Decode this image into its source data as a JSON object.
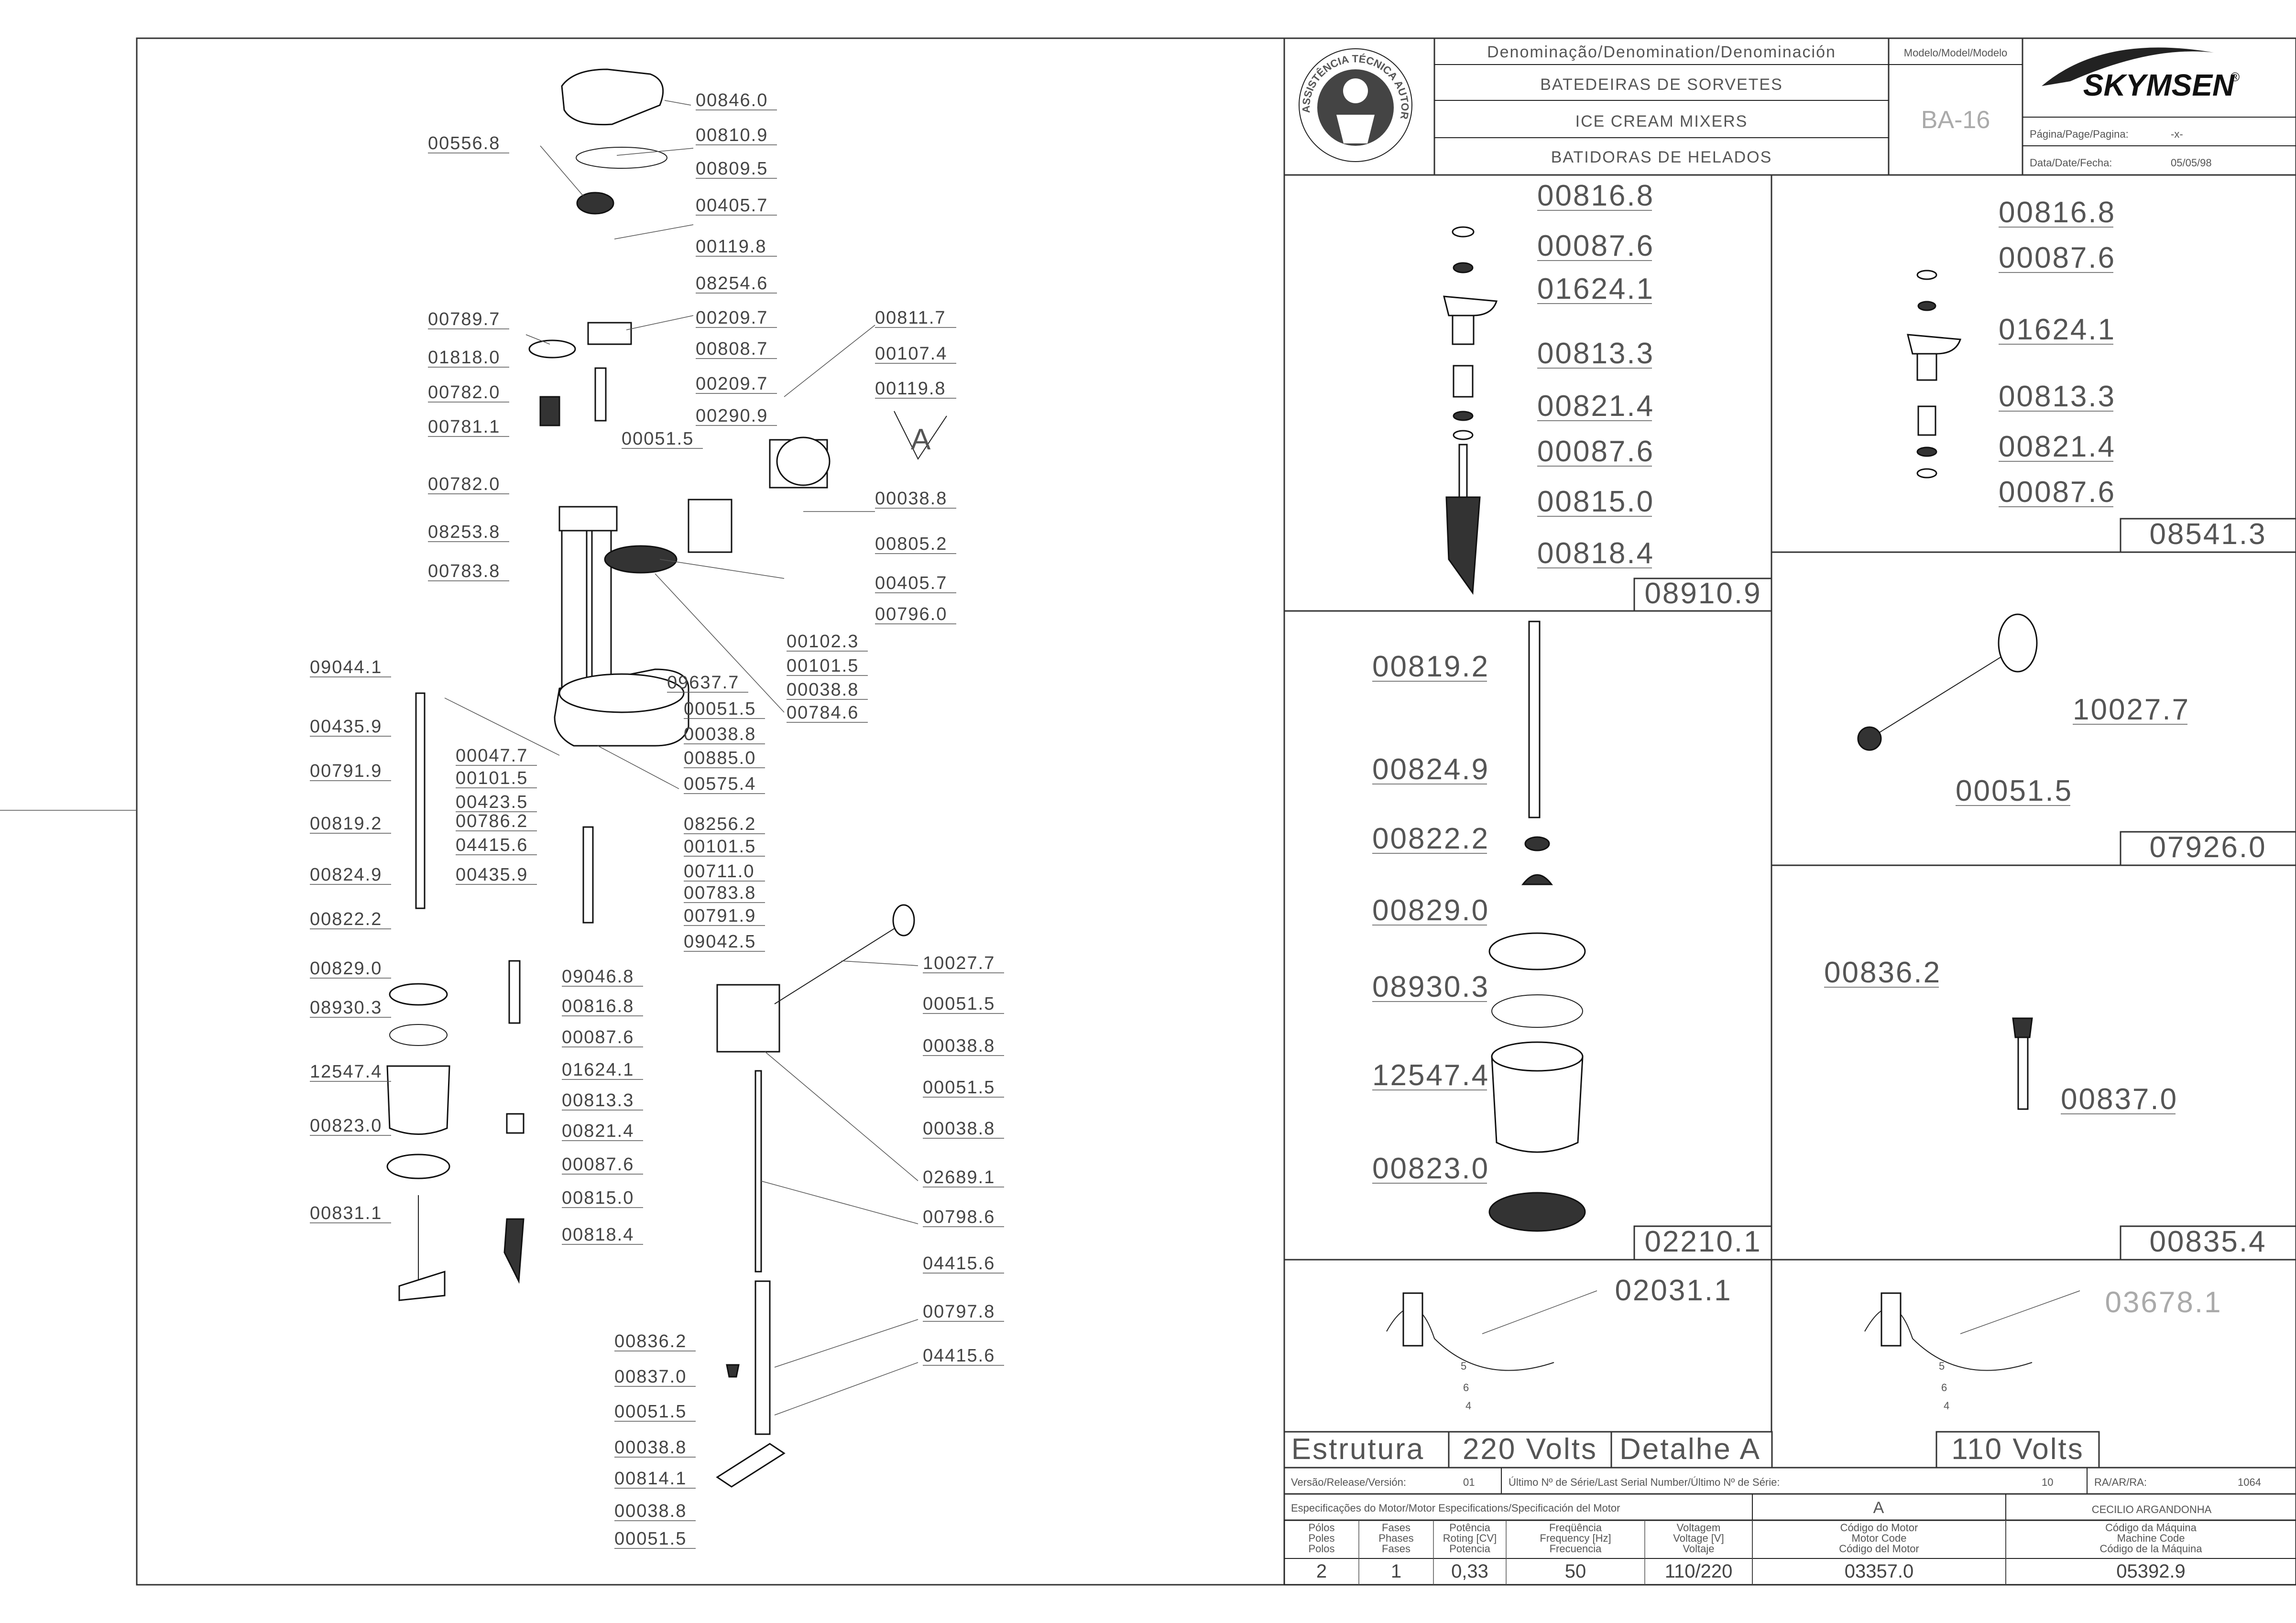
{
  "title_block": {
    "denomination_header": "Denominação/Denomination/Denominación",
    "names": [
      "BATEDEIRAS DE SORVETES",
      "ICE CREAM MIXERS",
      "BATIDORAS DE HELADOS"
    ],
    "model_header": "Modelo/Model/Modelo",
    "model": "BA-16",
    "brand": "SKYMSEN",
    "brand_mark": "®",
    "page_label": "Página/Page/Pagina:",
    "page_value": "-x-",
    "date_label": "Data/Date/Fecha:",
    "date_value": "05/05/98",
    "seal_text": "ASSISTÊNCIA TÉCNICA AUTORIZADA"
  },
  "main_diagram": {
    "callouts": [
      "00846.0",
      "00810.9",
      "00556.8",
      "00809.5",
      "00405.7",
      "00119.8",
      "08254.6",
      "00789.7",
      "00209.7",
      "01818.0",
      "00808.7",
      "00782.0",
      "00209.7",
      "00781.1",
      "00051.5",
      "00782.0",
      "08253.8",
      "00783.8",
      "00811.7",
      "00107.4",
      "00119.8",
      "00290.9",
      "00038.8",
      "00805.2",
      "00405.7",
      "00796.0",
      "00102.3",
      "00101.5",
      "00038.8",
      "00784.6",
      "09044.1",
      "00435.9",
      "09637.7",
      "00051.5",
      "00038.8",
      "00885.0",
      "00575.4",
      "00047.7",
      "00101.5",
      "00423.5",
      "00791.9",
      "00786.2",
      "08256.2",
      "04415.6",
      "00101.5",
      "00711.0",
      "00435.9",
      "00783.8",
      "00791.9",
      "09042.5",
      "00819.2",
      "00824.9",
      "00822.2",
      "00829.0",
      "08930.3",
      "12547.4",
      "00823.0",
      "00831.1",
      "09046.8",
      "00816.8",
      "00087.6",
      "01624.1",
      "00813.3",
      "00821.4",
      "00087.6",
      "00815.0",
      "00818.4",
      "10027.7",
      "00051.5",
      "00038.8",
      "00051.5",
      "00038.8",
      "02689.1",
      "00798.6",
      "04415.6",
      "00797.8",
      "04415.6",
      "00836.2",
      "00837.0",
      "00051.5",
      "00038.8",
      "00814.1",
      "00038.8",
      "00051.5"
    ],
    "detail_letter": "A"
  },
  "panels": {
    "p1": {
      "labels": [
        "00816.8",
        "00087.6",
        "01624.1",
        "00813.3",
        "00821.4",
        "00087.6",
        "00815.0",
        "00818.4"
      ],
      "code": "08910.9"
    },
    "p2": {
      "labels": [
        "00816.8",
        "00087.6",
        "01624.1",
        "00813.3",
        "00821.4",
        "00087.6"
      ],
      "code": "08541.3"
    },
    "p3": {
      "labels": [
        "00819.2",
        "00824.9",
        "00822.2",
        "00829.0",
        "08930.3",
        "12547.4",
        "00823.0"
      ],
      "code": "02210.1"
    },
    "p4": {
      "labels": [
        "10027.7",
        "00051.5"
      ],
      "code": "07926.0"
    },
    "p5": {
      "labels": [
        "00836.2",
        "00837.0"
      ],
      "code": "00835.4"
    },
    "p6": {
      "label": "02031.1",
      "wire_numbers": [
        "5",
        "6",
        "4"
      ]
    },
    "p7": {
      "label": "03678.1",
      "wire_numbers": [
        "5",
        "6",
        "4"
      ]
    }
  },
  "footer": {
    "structure": "Estrutura",
    "volts_220": "220 Volts",
    "detail": "Detalhe A",
    "volts_110": "110 Volts",
    "version_label": "Versão/Release/Versión:",
    "version_value": "01",
    "serial_label": "Último Nº de Série/Last Serial Number/Último Nº de Série:",
    "serial_value": "10",
    "ra_label": "RA/AR/RA:",
    "ra_value": "1064",
    "motor_spec_header": "Especificações do Motor/Motor Especifications/Specificación del Motor",
    "motor_code_letter": "A",
    "author": "CECILIO ARGANDONHA",
    "spec_headers": [
      [
        "Pólos",
        "Poles",
        "Polos"
      ],
      [
        "Fases",
        "Phases",
        "Fases"
      ],
      [
        "Potência",
        "Roting [CV]",
        "Potencia"
      ],
      [
        "Freqüência",
        "Frequency [Hz]",
        "Frecuencia"
      ],
      [
        "Voltagem",
        "Voltage [V]",
        "Voltaje"
      ],
      [
        "Código do Motor",
        "Motor Code",
        "Código del Motor"
      ],
      [
        "Código da Máquina",
        "Machine Code",
        "Código de la Máquina"
      ]
    ],
    "spec_values": [
      "2",
      "1",
      "0,33",
      "50",
      "110/220",
      "03357.0",
      "05392.9"
    ]
  }
}
